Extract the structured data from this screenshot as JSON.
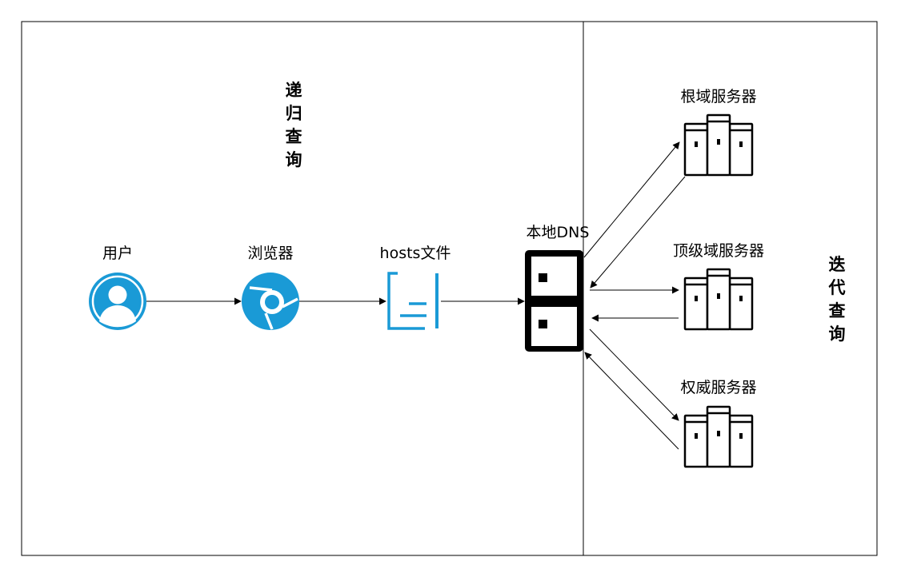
{
  "colors": {
    "accent": "#1a9ad6",
    "server": "#000000",
    "line": "#000000",
    "background": "#ffffff"
  },
  "sections": {
    "recursive_query": [
      "递",
      "归",
      "查",
      "询"
    ],
    "iterative_query": [
      "迭",
      "代",
      "查",
      "询"
    ]
  },
  "nodes": {
    "user": {
      "label": "用户",
      "icon": "user-avatar-icon"
    },
    "browser": {
      "label": "浏览器",
      "icon": "browser-chrome-icon"
    },
    "hosts": {
      "label": "hosts文件",
      "icon": "document-icon"
    },
    "local_dns": {
      "label": "本地DNS",
      "icon": "dns-server-icon"
    },
    "root": {
      "label": "根域服务器",
      "icon": "server-rack-icon"
    },
    "tld": {
      "label": "顶级域服务器",
      "icon": "server-rack-icon"
    },
    "authoritative": {
      "label": "权威服务器",
      "icon": "server-rack-icon"
    }
  }
}
